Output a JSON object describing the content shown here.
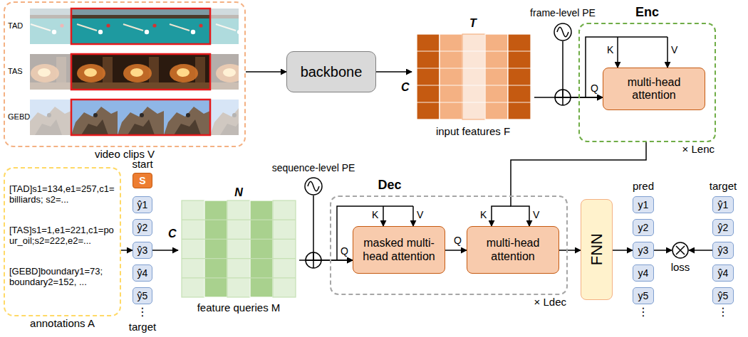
{
  "diagram": {
    "nodes": [
      {
        "text": [
          "TAD",
          "TAS",
          "GEBD",
          "video clips V"
        ]
      },
      {
        "text": [
          "backbone"
        ]
      },
      {
        "text": [
          "T",
          "C",
          "input features F"
        ]
      },
      {
        "text": [
          "frame-level PE"
        ]
      },
      {
        "text": [
          "Enc",
          "× Lenc"
        ]
      },
      {
        "text": [
          "multi-head attention"
        ],
        "in": 4
      },
      {
        "text": [
          "[TAD]s1=134,e1=257,c1=billiards; s2=...",
          "[TAS]s1=1,e1=221,c1=pour_oil;s2=222,e2=...",
          "[GEBD]boundary1=73; boundary2=152, ...",
          "annotations A"
        ]
      },
      {
        "text": [
          "start",
          "S"
        ]
      },
      {
        "text": [
          "ŷ1"
        ]
      },
      {
        "text": [
          "ŷ2"
        ]
      },
      {
        "text": [
          "ŷ3"
        ]
      },
      {
        "text": [
          "ŷ4"
        ]
      },
      {
        "text": [
          "ŷ5"
        ]
      },
      {
        "text": [
          "N",
          "C",
          "feature queries M"
        ]
      },
      {
        "text": [
          "sequence-level PE"
        ]
      },
      {
        "text": [
          "Dec",
          "× Ldec"
        ]
      },
      {
        "text": [
          "masked multi-head attention"
        ],
        "in": 15
      },
      {
        "text": [
          "multi-head attention"
        ],
        "in": 15
      },
      {
        "text": [
          "FNN"
        ]
      },
      {
        "text": [
          "y1"
        ]
      },
      {
        "text": [
          "y2"
        ]
      },
      {
        "text": [
          "y3"
        ]
      },
      {
        "text": [
          "y4"
        ]
      },
      {
        "text": [
          "y5"
        ]
      },
      {
        "text": [
          "loss"
        ]
      },
      {
        "text": [
          "ŷ1"
        ]
      },
      {
        "text": [
          "ŷ2"
        ]
      },
      {
        "text": [
          "ŷ3"
        ]
      },
      {
        "text": [
          "ŷ4"
        ]
      },
      {
        "text": [
          "ŷ5"
        ]
      }
    ],
    "edges": [
      {
        "from": 0,
        "to": 1,
        "arrow": "to"
      },
      {
        "from": 1,
        "to": 2,
        "arrow": "to"
      },
      {
        "from": 2,
        "to": 5,
        "arrow": "to"
      },
      {
        "from": 3,
        "to": 5,
        "arrow": "to"
      },
      {
        "from": 4,
        "to": 17,
        "arrow": "to"
      },
      {
        "from": 6,
        "to": 10,
        "arrow": "to"
      },
      {
        "from": 10,
        "to": 13,
        "arrow": "to"
      },
      {
        "from": 13,
        "to": 16,
        "arrow": "to"
      },
      {
        "from": 14,
        "to": 16,
        "arrow": "to"
      },
      {
        "from": 16,
        "to": 17,
        "arrow": "to"
      },
      {
        "from": 17,
        "to": 18,
        "arrow": "to"
      },
      {
        "from": 18,
        "to": 21,
        "arrow": "to"
      },
      {
        "from": 21,
        "to": 24,
        "arrow": "to"
      },
      {
        "from": 27,
        "to": 24,
        "arrow": "to"
      }
    ],
    "labels": [
      "Q",
      "K",
      "V",
      "⋮",
      "target",
      "Q",
      "K",
      "V",
      "Q",
      "K",
      "V",
      "pred",
      "⋮",
      "target",
      "⋮"
    ]
  }
}
